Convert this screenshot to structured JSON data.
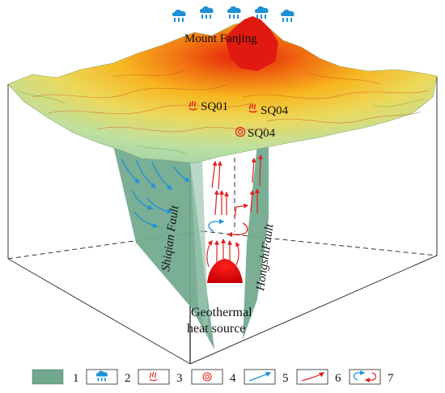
{
  "labels": {
    "mountain": "Mount Fanjing",
    "springs": [
      "SQ01",
      "SQ04",
      "SQ04"
    ],
    "fault_left": "Shiqian Fault",
    "fault_right": "HongshiFault",
    "heat_source_line1": "Geothermal",
    "heat_source_line2": "heat source"
  },
  "legend": [
    {
      "number": "1",
      "meaning": "fault-zone",
      "icon": "green-swatch-icon"
    },
    {
      "number": "2",
      "meaning": "precipitation",
      "icon": "rain-cloud-icon"
    },
    {
      "number": "3",
      "meaning": "hot-spring",
      "icon": "hot-spring-icon"
    },
    {
      "number": "4",
      "meaning": "geothermal-well",
      "icon": "concentric-circle-icon"
    },
    {
      "number": "5",
      "meaning": "cold-water-flow",
      "icon": "blue-arrow-icon"
    },
    {
      "number": "6",
      "meaning": "hot-water-flow",
      "icon": "red-arrow-icon"
    },
    {
      "number": "7",
      "meaning": "convection-mixing",
      "icon": "mixing-arrows-icon"
    }
  ],
  "colors": {
    "fault": "#6fa88c",
    "rain": "#1e90d6",
    "hot": "#e02020",
    "terrain_low": "#a9d8a0",
    "terrain_mid": "#f5d020",
    "terrain_high": "#e83010",
    "box_line": "#333333"
  }
}
